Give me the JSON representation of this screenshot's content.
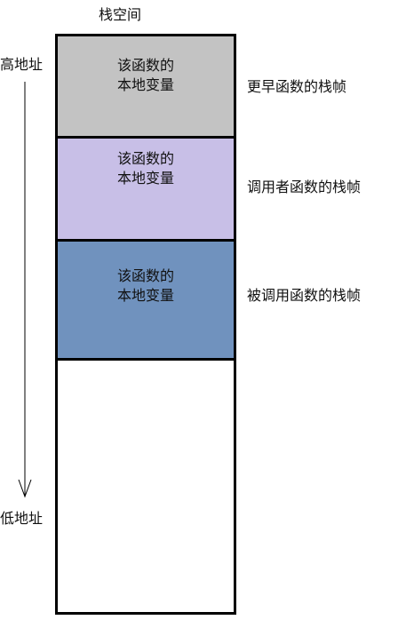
{
  "stack_title": "栈空间",
  "address": {
    "high": "高地址",
    "low": "低地址"
  },
  "frames": [
    {
      "line1": "该函数的",
      "line2": "本地变量",
      "label": "更早函数的栈帧",
      "color": "#c3c3c3"
    },
    {
      "line1": "该函数的",
      "line2": "本地变量",
      "label": "调用者函数的栈帧",
      "color": "#c8bfe7"
    },
    {
      "line1": "该函数的",
      "line2": "本地变量",
      "label": "被调用函数的栈帧",
      "color": "#7092be"
    }
  ],
  "free_area_color": "#ffffff"
}
